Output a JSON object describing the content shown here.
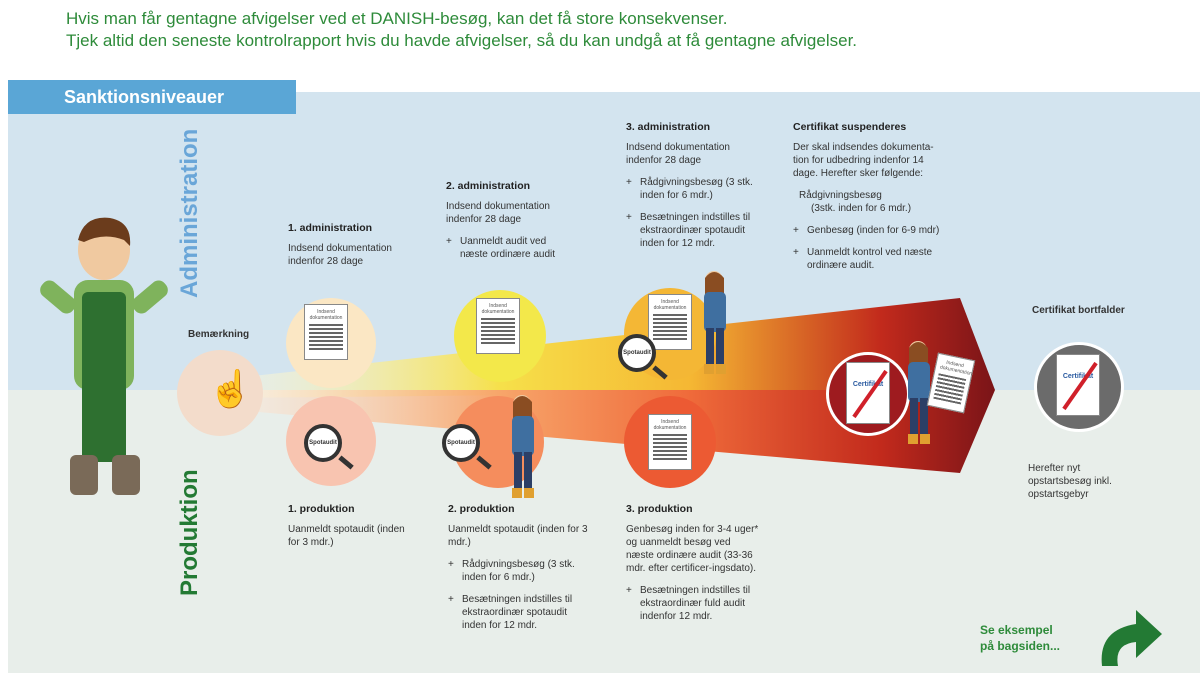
{
  "intro": {
    "line1": "Hvis man får gentagne afvigelser ved et DANISH-besøg, kan det få store konsekvenser.",
    "line2": "Tjek altid den seneste kontrolrapport hvis du havde afvigelser, så du kan undgå at få gentagne afvigelser."
  },
  "header": {
    "title": "Sanktionsniveauer"
  },
  "axis": {
    "admin": "Administration",
    "prod": "Produktion"
  },
  "bemaerkning": "Bemærkning",
  "doc_label": "Indsend dokumentation",
  "spot_label": "Spotaudit",
  "cert_label": "Certifikat",
  "admin1": {
    "title": "1.  administration",
    "text": "Indsend dokumentation indenfor 28 dage"
  },
  "admin2": {
    "title": "2.  administration",
    "text": "Indsend dokumentation indenfor 28 dage",
    "b1": "Uanmeldt audit ved næste ordinære audit"
  },
  "admin3": {
    "title": "3.  administration",
    "text": "Indsend dokumentation indenfor 28 dage",
    "b1": "Rådgivningsbesøg (3 stk. inden for 6 mdr.)",
    "b2": "Besætningen indstilles til ekstraordinær spotaudit inden for 12 mdr."
  },
  "suspend": {
    "title": "Certifikat suspenderes",
    "text": "Der skal indsendes dokumenta-tion for udbedring indenfor 14 dage. Herefter sker følgende:",
    "b0": "Rådgivningsbesøg",
    "b0b": "(3stk. inden for 6 mdr.)",
    "b1": "Genbesøg (inden for 6-9 mdr)",
    "b2": "Uanmeldt kontrol ved næste ordinære audit."
  },
  "bortfalder": {
    "title": "Certifikat bortfalder",
    "text": "Herefter nyt opstartsbesøg inkl. opstartsgebyr"
  },
  "prod1": {
    "title": "1.  produktion",
    "text": "Uanmeldt spotaudit (inden for 3 mdr.)"
  },
  "prod2": {
    "title": "2.  produktion",
    "text": "Uanmeldt spotaudit (inden for 3 mdr.)",
    "b1": "Rådgivningsbesøg (3 stk. inden for 6 mdr.)",
    "b2": "Besætningen indstilles til ekstraordinær spotaudit inden for 12 mdr."
  },
  "prod3": {
    "title": "3.  produktion",
    "text": "Genbesøg inden for 3-4 uger* og uanmeldt besøg ved næste ordinære audit (33-36 mdr. efter certificer-ingsdato).",
    "b1": "Besætningen indstilles til ekstraordinær fuld audit indenfor 12 mdr."
  },
  "footer": {
    "line1": "Se eksempel",
    "line2": "på bagsiden..."
  },
  "colors": {
    "green": "#2e8b3a",
    "blue": "#5aa6d6",
    "yellow": "#f6e04a",
    "orange": "#f39a3a",
    "red": "#a8181c"
  }
}
